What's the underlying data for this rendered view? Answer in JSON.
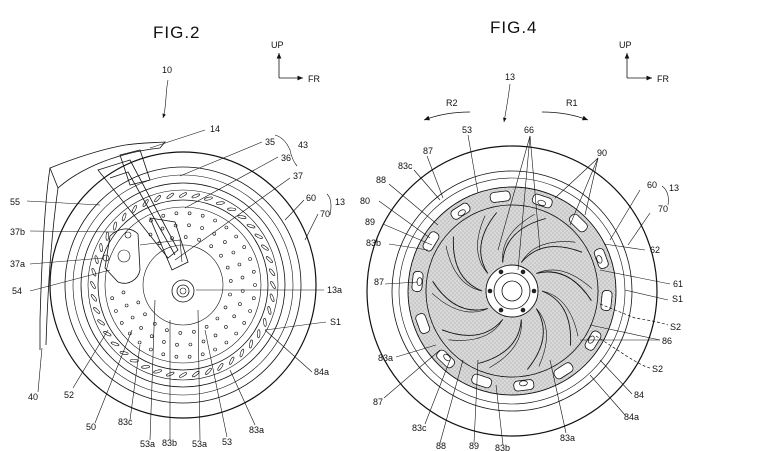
{
  "fig2": {
    "title": "FIG.2",
    "up": "UP",
    "fr": "FR",
    "labels": {
      "l10": "10",
      "l14": "14",
      "l35": "35",
      "l36": "36",
      "l43": "43",
      "l37": "37",
      "l55": "55",
      "l60": "60",
      "l13": "13",
      "l70": "70",
      "l37b": "37b",
      "l37a": "37a",
      "l54": "54",
      "l13a": "13a",
      "lS1": "S1",
      "l84a": "84a",
      "l40": "40",
      "l52": "52",
      "l50": "50",
      "l83c": "83c",
      "l53a_1": "53a",
      "l83b": "83b",
      "l53a_2": "53a",
      "l53": "53",
      "l83a": "83a"
    }
  },
  "fig4": {
    "title": "FIG.4",
    "up": "UP",
    "fr": "FR",
    "labels": {
      "l13top": "13",
      "lR2": "R2",
      "lR1": "R1",
      "l53": "53",
      "l66": "66",
      "l87a": "87",
      "l83c_a": "83c",
      "l90": "90",
      "l88a": "88",
      "l60": "60",
      "l13": "13",
      "l70": "70",
      "l80": "80",
      "l89a": "89",
      "l83b_a": "83b",
      "l62": "62",
      "l87b": "87",
      "l61": "61",
      "lS1": "S1",
      "lS2a": "S2",
      "l86": "86",
      "l83a_a": "83a",
      "lS2b": "S2",
      "l84": "84",
      "l87c": "87",
      "l84a": "84a",
      "l83c_b": "83c",
      "l88b": "88",
      "l89b": "89",
      "l83b_b": "83b",
      "l83a_b": "83a"
    }
  }
}
